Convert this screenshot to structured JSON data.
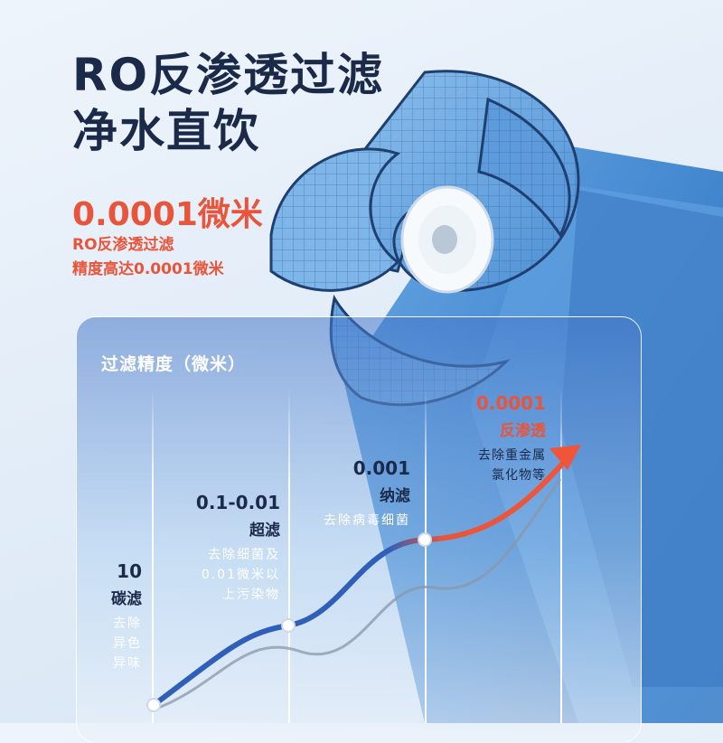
{
  "hero": {
    "title_line1": "RO反渗透过滤",
    "title_line2": "净水直饮",
    "precision_value": "0.0001微米",
    "precision_desc_line1": "RO反渗透过滤",
    "precision_desc_line2": "精度高达0.0001微米"
  },
  "panel": {
    "title": "过滤精度（微米）"
  },
  "stages": [
    {
      "value": "10",
      "name": "碳滤",
      "desc": [
        "去除",
        "异色",
        "异味"
      ]
    },
    {
      "value": "0.1-0.01",
      "name": "超滤",
      "desc": [
        "去除细菌及",
        "0.01微米以",
        "上污染物"
      ]
    },
    {
      "value": "0.001",
      "name": "纳滤",
      "desc": [
        "去除病毒细菌"
      ]
    },
    {
      "value": "0.0001",
      "name": "反渗透",
      "desc": [
        "去除重金属",
        "氯化物等"
      ]
    }
  ],
  "colors": {
    "title": "#1c2a4a",
    "accent": "#e8553b",
    "curve_blue": "#2f5fb8",
    "filter_blue": "#4a8fd4"
  }
}
